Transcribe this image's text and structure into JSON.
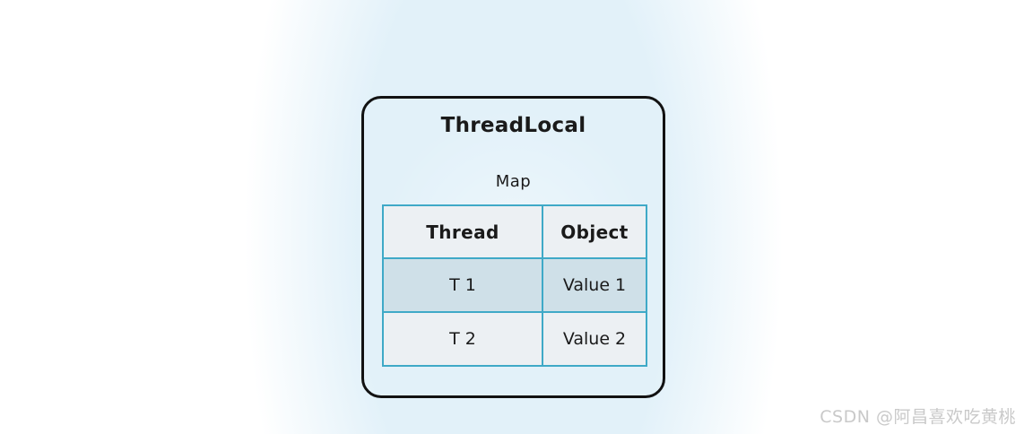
{
  "diagram": {
    "title": "ThreadLocal",
    "map_label": "Map",
    "table": {
      "headers": [
        "Thread",
        "Object"
      ],
      "rows": [
        {
          "thread": "T 1",
          "object": "Value 1",
          "highlighted": true
        },
        {
          "thread": "T 2",
          "object": "Value 2",
          "highlighted": false
        }
      ]
    }
  },
  "watermark": "CSDN @阿昌喜欢吃黄桃",
  "colors": {
    "background_glow": "#e2f1f9",
    "box_border": "#121212",
    "table_border": "#3fa9c7",
    "cell_background": "#ecf0f3",
    "highlight_row_background": "#cfe0e8",
    "watermark_text": "#c9c9c9"
  }
}
